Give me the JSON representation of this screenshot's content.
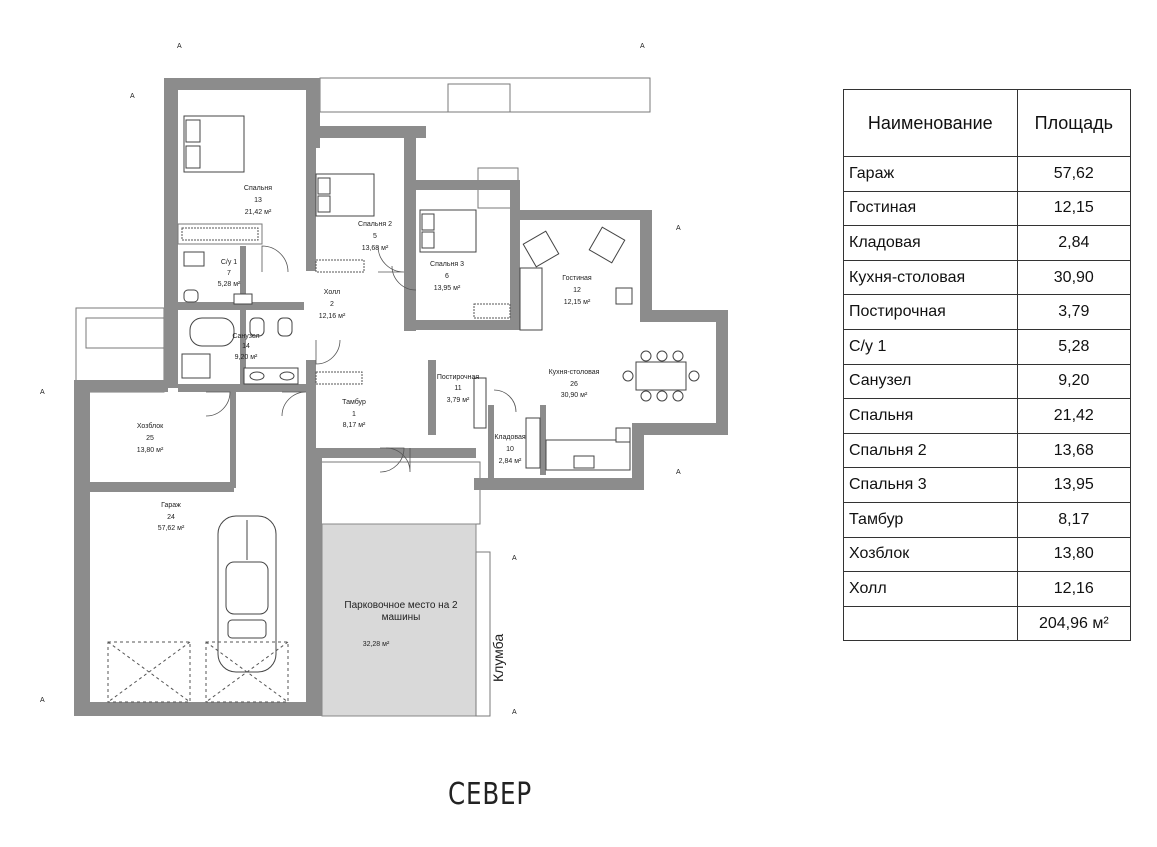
{
  "rooms": [
    {
      "name": "Спальня",
      "number": "13",
      "area": "21,42 м²"
    },
    {
      "name": "Спальня 2",
      "number": "5",
      "area": "13,68 м²"
    },
    {
      "name": "Спальня 3",
      "number": "6",
      "area": "13,95 м²"
    },
    {
      "name": "Гостиная",
      "number": "12",
      "area": "12,15 м²"
    },
    {
      "name": "С/у 1",
      "number": "7",
      "area": "5,28 м²"
    },
    {
      "name": "Холл",
      "number": "2",
      "area": "12,16 м²"
    },
    {
      "name": "Санузел",
      "number": "14",
      "area": "9,20 м²"
    },
    {
      "name": "Постирочная",
      "number": "11",
      "area": "3,79 м²"
    },
    {
      "name": "Кухня-столовая",
      "number": "26",
      "area": "30,90 м²"
    },
    {
      "name": "Тамбур",
      "number": "1",
      "area": "8,17 м²"
    },
    {
      "name": "Хозблок",
      "number": "25",
      "area": "13,80 м²"
    },
    {
      "name": "Кладовая",
      "number": "10",
      "area": "2,84 м²"
    },
    {
      "name": "Гараж",
      "number": "24",
      "area": "57,62 м²"
    }
  ],
  "parking": {
    "label_line1": "Парковочное место на 2",
    "label_line2": "машины",
    "area": "32,28 м²"
  },
  "flowerbed": "Клумба",
  "compass": "СЕВЕР",
  "axis_marker": "А",
  "table": {
    "headers": {
      "name": "Наименование",
      "area": "Площадь"
    },
    "rows": [
      {
        "name": "Гараж",
        "area": "57,62"
      },
      {
        "name": "Гостиная",
        "area": "12,15"
      },
      {
        "name": "Кладовая",
        "area": "2,84"
      },
      {
        "name": "Кухня-столовая",
        "area": "30,90"
      },
      {
        "name": "Постирочная",
        "area": "3,79"
      },
      {
        "name": "С/у 1",
        "area": "5,28"
      },
      {
        "name": "Санузел",
        "area": "9,20"
      },
      {
        "name": "Спальня",
        "area": "21,42"
      },
      {
        "name": "Спальня 2",
        "area": "13,68"
      },
      {
        "name": "Спальня 3",
        "area": "13,95"
      },
      {
        "name": "Тамбур",
        "area": "8,17"
      },
      {
        "name": "Хозблок",
        "area": "13,80"
      },
      {
        "name": "Холл",
        "area": "12,16"
      }
    ],
    "total": "204,96 м²"
  },
  "colors": {
    "wall": "#8c8c8c",
    "parking": "#d9d9d9",
    "line": "#7a7a7a"
  }
}
